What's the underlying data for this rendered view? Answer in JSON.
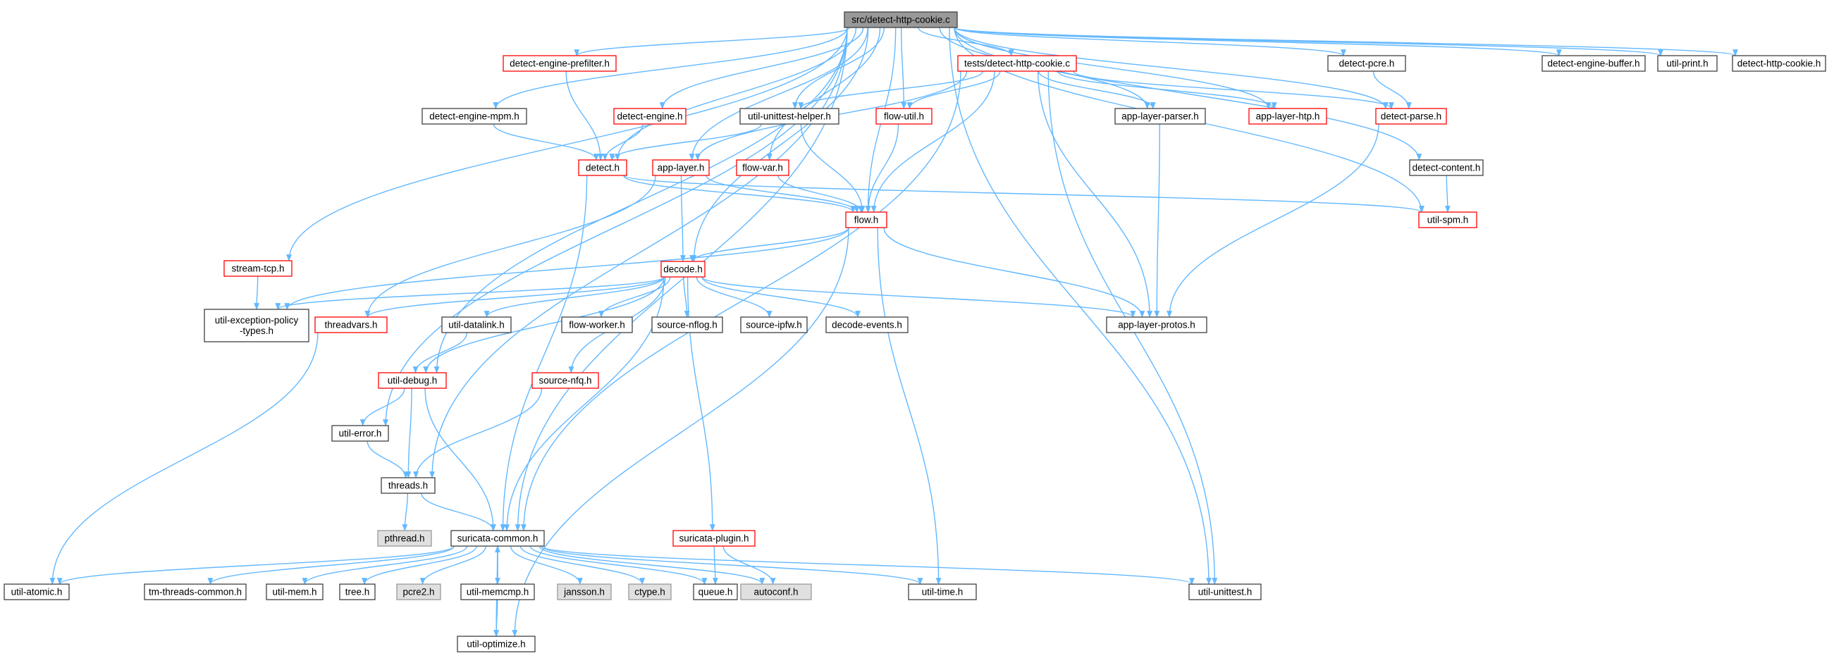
{
  "colors": {
    "edge": "#63b8ff",
    "border_normal": "#404040",
    "border_incomplete": "#ff0000",
    "fill_normal": "#ffffff",
    "fill_root": "#999999",
    "fill_system": "#e0e0e0",
    "border_system": "#999999"
  },
  "nodes": [
    {
      "id": "root",
      "label": "src/detect-http-cookie.c",
      "kind": "root"
    },
    {
      "id": "prefilter",
      "label": "detect-engine-prefilter.h",
      "kind": "incomplete"
    },
    {
      "id": "testsc",
      "label": "tests/detect-http-cookie.c",
      "kind": "incomplete"
    },
    {
      "id": "pcre",
      "label": "detect-pcre.h",
      "kind": "normal"
    },
    {
      "id": "buffer",
      "label": "detect-engine-buffer.h",
      "kind": "normal"
    },
    {
      "id": "print",
      "label": "util-print.h",
      "kind": "normal"
    },
    {
      "id": "cookieh",
      "label": "detect-http-cookie.h",
      "kind": "normal"
    },
    {
      "id": "mpm",
      "label": "detect-engine-mpm.h",
      "kind": "normal"
    },
    {
      "id": "engine",
      "label": "detect-engine.h",
      "kind": "incomplete"
    },
    {
      "id": "unithelper",
      "label": "util-unittest-helper.h",
      "kind": "normal"
    },
    {
      "id": "flowutil",
      "label": "flow-util.h",
      "kind": "incomplete"
    },
    {
      "id": "parser",
      "label": "app-layer-parser.h",
      "kind": "normal"
    },
    {
      "id": "htp",
      "label": "app-layer-htp.h",
      "kind": "incomplete"
    },
    {
      "id": "parse",
      "label": "detect-parse.h",
      "kind": "incomplete"
    },
    {
      "id": "detect",
      "label": "detect.h",
      "kind": "incomplete"
    },
    {
      "id": "applayer",
      "label": "app-layer.h",
      "kind": "incomplete"
    },
    {
      "id": "flowvar",
      "label": "flow-var.h",
      "kind": "incomplete"
    },
    {
      "id": "content",
      "label": "detect-content.h",
      "kind": "normal"
    },
    {
      "id": "flow",
      "label": "flow.h",
      "kind": "incomplete"
    },
    {
      "id": "spm",
      "label": "util-spm.h",
      "kind": "incomplete"
    },
    {
      "id": "streamtcp",
      "label": "stream-tcp.h",
      "kind": "incomplete"
    },
    {
      "id": "decode",
      "label": "decode.h",
      "kind": "incomplete"
    },
    {
      "id": "exc",
      "label": "util-exception-policy-types.h",
      "label_lines": [
        "util-exception-policy",
        "-types.h"
      ],
      "kind": "normal"
    },
    {
      "id": "threadvars",
      "label": "threadvars.h",
      "kind": "incomplete"
    },
    {
      "id": "datalink",
      "label": "util-datalink.h",
      "kind": "normal"
    },
    {
      "id": "worker",
      "label": "flow-worker.h",
      "kind": "normal"
    },
    {
      "id": "nflog",
      "label": "source-nflog.h",
      "kind": "normal"
    },
    {
      "id": "ipfw",
      "label": "source-ipfw.h",
      "kind": "normal"
    },
    {
      "id": "events",
      "label": "decode-events.h",
      "kind": "normal"
    },
    {
      "id": "protos",
      "label": "app-layer-protos.h",
      "kind": "normal"
    },
    {
      "id": "debug",
      "label": "util-debug.h",
      "kind": "incomplete"
    },
    {
      "id": "nfq",
      "label": "source-nfq.h",
      "kind": "incomplete"
    },
    {
      "id": "error",
      "label": "util-error.h",
      "kind": "normal"
    },
    {
      "id": "threads",
      "label": "threads.h",
      "kind": "normal"
    },
    {
      "id": "pthread",
      "label": "pthread.h",
      "kind": "system"
    },
    {
      "id": "common",
      "label": "suricata-common.h",
      "kind": "normal"
    },
    {
      "id": "plugin",
      "label": "suricata-plugin.h",
      "kind": "incomplete"
    },
    {
      "id": "atomic",
      "label": "util-atomic.h",
      "kind": "normal"
    },
    {
      "id": "tmcommon",
      "label": "tm-threads-common.h",
      "kind": "normal"
    },
    {
      "id": "mem",
      "label": "util-mem.h",
      "kind": "normal"
    },
    {
      "id": "tree",
      "label": "tree.h",
      "kind": "normal"
    },
    {
      "id": "pcre2",
      "label": "pcre2.h",
      "kind": "system"
    },
    {
      "id": "memcmp",
      "label": "util-memcmp.h",
      "kind": "normal"
    },
    {
      "id": "jansson",
      "label": "jansson.h",
      "kind": "system"
    },
    {
      "id": "ctype",
      "label": "ctype.h",
      "kind": "system"
    },
    {
      "id": "queue",
      "label": "queue.h",
      "kind": "normal"
    },
    {
      "id": "autoconf",
      "label": "autoconf.h",
      "kind": "system"
    },
    {
      "id": "time",
      "label": "util-time.h",
      "kind": "normal"
    },
    {
      "id": "unittest",
      "label": "util-unittest.h",
      "kind": "normal"
    },
    {
      "id": "optimize",
      "label": "util-optimize.h",
      "kind": "normal"
    }
  ],
  "edges": [
    [
      "root",
      "prefilter"
    ],
    [
      "root",
      "testsc"
    ],
    [
      "root",
      "pcre"
    ],
    [
      "root",
      "buffer"
    ],
    [
      "root",
      "print"
    ],
    [
      "root",
      "cookieh"
    ],
    [
      "root",
      "mpm"
    ],
    [
      "root",
      "engine"
    ],
    [
      "root",
      "unithelper"
    ],
    [
      "root",
      "flowutil"
    ],
    [
      "root",
      "parser"
    ],
    [
      "root",
      "htp"
    ],
    [
      "root",
      "parse"
    ],
    [
      "root",
      "detect"
    ],
    [
      "root",
      "applayer"
    ],
    [
      "root",
      "flowvar"
    ],
    [
      "root",
      "content"
    ],
    [
      "root",
      "flow"
    ],
    [
      "root",
      "spm"
    ],
    [
      "root",
      "streamtcp"
    ],
    [
      "root",
      "decode"
    ],
    [
      "root",
      "debug"
    ],
    [
      "root",
      "error"
    ],
    [
      "root",
      "threads"
    ],
    [
      "root",
      "common"
    ],
    [
      "root",
      "unittest"
    ],
    [
      "prefilter",
      "detect"
    ],
    [
      "mpm",
      "detect"
    ],
    [
      "engine",
      "detect"
    ],
    [
      "unithelper",
      "detect"
    ],
    [
      "unithelper",
      "flow"
    ],
    [
      "testsc",
      "unithelper"
    ],
    [
      "testsc",
      "flowutil"
    ],
    [
      "testsc",
      "parser"
    ],
    [
      "testsc",
      "htp"
    ],
    [
      "testsc",
      "parse"
    ],
    [
      "testsc",
      "applayer"
    ],
    [
      "testsc",
      "flow"
    ],
    [
      "testsc",
      "protos"
    ],
    [
      "testsc",
      "common"
    ],
    [
      "testsc",
      "unittest"
    ],
    [
      "pcre",
      "parse"
    ],
    [
      "parse",
      "protos"
    ],
    [
      "content",
      "spm"
    ],
    [
      "flowutil",
      "flow"
    ],
    [
      "parser",
      "protos"
    ],
    [
      "detect",
      "flow"
    ],
    [
      "detect",
      "spm"
    ],
    [
      "detect",
      "common"
    ],
    [
      "applayer",
      "flow"
    ],
    [
      "applayer",
      "decode"
    ],
    [
      "applayer",
      "threadvars"
    ],
    [
      "flowvar",
      "flow"
    ],
    [
      "flow",
      "decode"
    ],
    [
      "flow",
      "exc"
    ],
    [
      "flow",
      "protos"
    ],
    [
      "flow",
      "time"
    ],
    [
      "flow",
      "optimize"
    ],
    [
      "streamtcp",
      "exc"
    ],
    [
      "decode",
      "exc"
    ],
    [
      "decode",
      "threadvars"
    ],
    [
      "decode",
      "datalink"
    ],
    [
      "decode",
      "worker"
    ],
    [
      "decode",
      "nflog"
    ],
    [
      "decode",
      "ipfw"
    ],
    [
      "decode",
      "events"
    ],
    [
      "decode",
      "protos"
    ],
    [
      "decode",
      "debug"
    ],
    [
      "decode",
      "nfq"
    ],
    [
      "decode",
      "plugin"
    ],
    [
      "decode",
      "common"
    ],
    [
      "threadvars",
      "atomic"
    ],
    [
      "datalink",
      "debug"
    ],
    [
      "debug",
      "error"
    ],
    [
      "debug",
      "threads"
    ],
    [
      "debug",
      "common"
    ],
    [
      "nfq",
      "threads"
    ],
    [
      "error",
      "threads"
    ],
    [
      "threads",
      "pthread"
    ],
    [
      "threads",
      "common"
    ],
    [
      "common",
      "atomic"
    ],
    [
      "common",
      "tmcommon"
    ],
    [
      "common",
      "mem"
    ],
    [
      "common",
      "tree"
    ],
    [
      "common",
      "pcre2"
    ],
    [
      "common",
      "memcmp"
    ],
    [
      "common",
      "jansson"
    ],
    [
      "common",
      "ctype"
    ],
    [
      "common",
      "queue"
    ],
    [
      "common",
      "autoconf"
    ],
    [
      "common",
      "time"
    ],
    [
      "common",
      "unittest"
    ],
    [
      "common",
      "optimize"
    ],
    [
      "memcmp",
      "common"
    ],
    [
      "memcmp",
      "optimize"
    ],
    [
      "plugin",
      "queue"
    ],
    [
      "plugin",
      "autoconf"
    ]
  ]
}
